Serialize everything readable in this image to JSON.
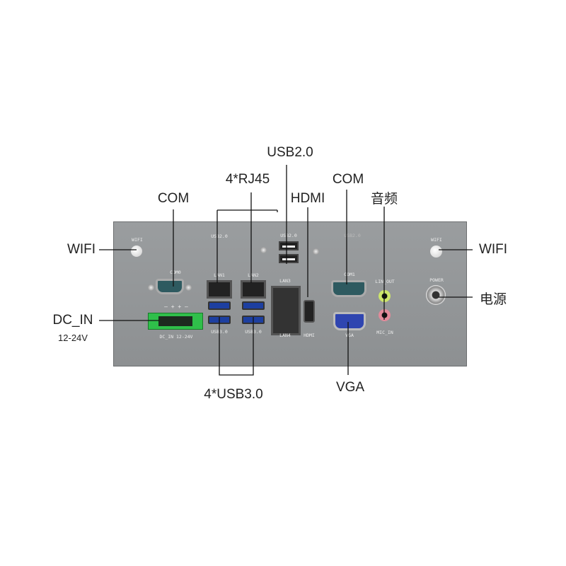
{
  "callouts": {
    "usb20": "USB2.0",
    "rj45": "4*RJ45",
    "hdmi": "HDMI",
    "com_right": "COM",
    "audio": "音频",
    "com_left": "COM",
    "wifi_left": "WIFI",
    "wifi_right": "WIFI",
    "power": "电源",
    "dc_in": "DC_IN",
    "dc_voltage": "12-24V",
    "usb30": "4*USB3.0",
    "vga": "VGA"
  },
  "panel_labels": {
    "wifi_left": "WIFI",
    "com0": "COM0",
    "usb20_left": "USB2.0",
    "lan1": "LAN1",
    "lan2": "LAN2",
    "polarity": "— + + —",
    "dc_in": "DC_IN 12-24V",
    "usb30_a": "USB3.0",
    "usb30_b": "USB3.0",
    "usb20_mid": "USB2.0",
    "lan3": "LAN3",
    "lan4": "LAN4",
    "hdmi": "HDMI",
    "usb20_right": "USB2.0",
    "com1": "COM1",
    "vga": "VGA",
    "lin_out": "LIN_OUT",
    "mic_in": "MIC_IN",
    "power": "POWER",
    "wifi_right": "WIFI"
  }
}
